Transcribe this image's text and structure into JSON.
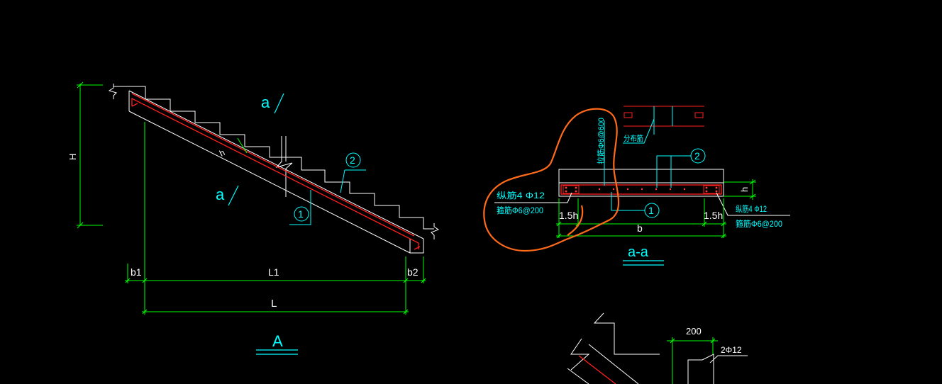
{
  "drawing": {
    "colors": {
      "background": "#000000",
      "outline": "#ffffff",
      "dimension": "#00ff00",
      "text": "#00ffff",
      "rebar": "#ff0000",
      "markup": "#ff6a1a"
    },
    "view_A": {
      "title": "A",
      "dim_height": "H",
      "dim_b1": "b1",
      "dim_L1": "L1",
      "dim_b2": "b2",
      "dim_L": "L",
      "thickness_label": "h",
      "section_mark_upper": "a",
      "section_mark_lower": "a",
      "callout_1": "1",
      "callout_2": "2"
    },
    "section_aa": {
      "title": "a-a",
      "dim_h": "h",
      "dim_b": "b",
      "dim_left_1_5h": "1.5h",
      "dim_right_1_5h": "1.5h",
      "left_rebar_longitudinal": "纵筋4 Φ12",
      "left_rebar_stirrup": "箍筋Φ6@200",
      "right_rebar_longitudinal": "纵筋4 Φ12",
      "right_rebar_stirrup": "箍筋Φ6@200",
      "vertical_note": "拉筋Φ6@600",
      "distribution_note": "分布筋",
      "callout_1": "1",
      "callout_2": "2"
    },
    "detail_bottom": {
      "dim_200": "200",
      "rebar_label": "2Φ12"
    }
  }
}
